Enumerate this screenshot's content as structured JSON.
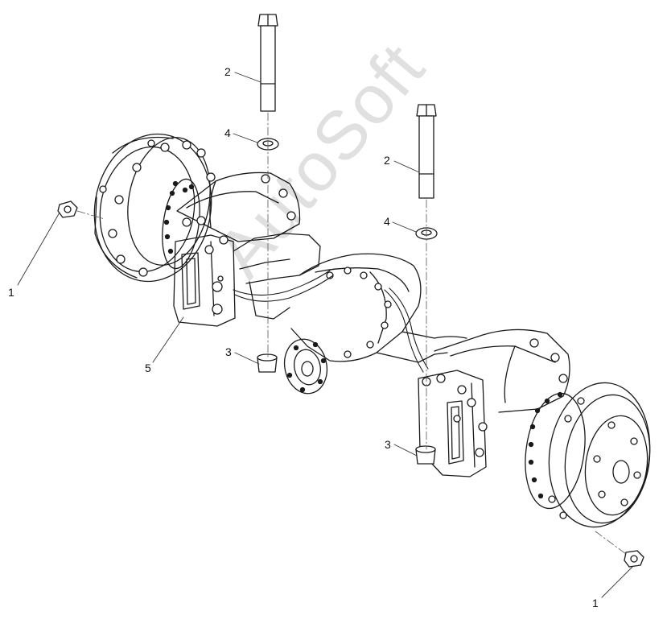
{
  "watermark": "AutoSoft",
  "callouts": {
    "c1_left": "1",
    "c2_left": "2",
    "c4_left": "4",
    "c2_right": "2",
    "c4_right": "4",
    "c3_left": "3",
    "c5": "5",
    "c3_right": "3",
    "c1_right": "1"
  },
  "colors": {
    "line": "#1a1a1a",
    "leader": "#333333",
    "watermark": "#c8c8c8"
  }
}
